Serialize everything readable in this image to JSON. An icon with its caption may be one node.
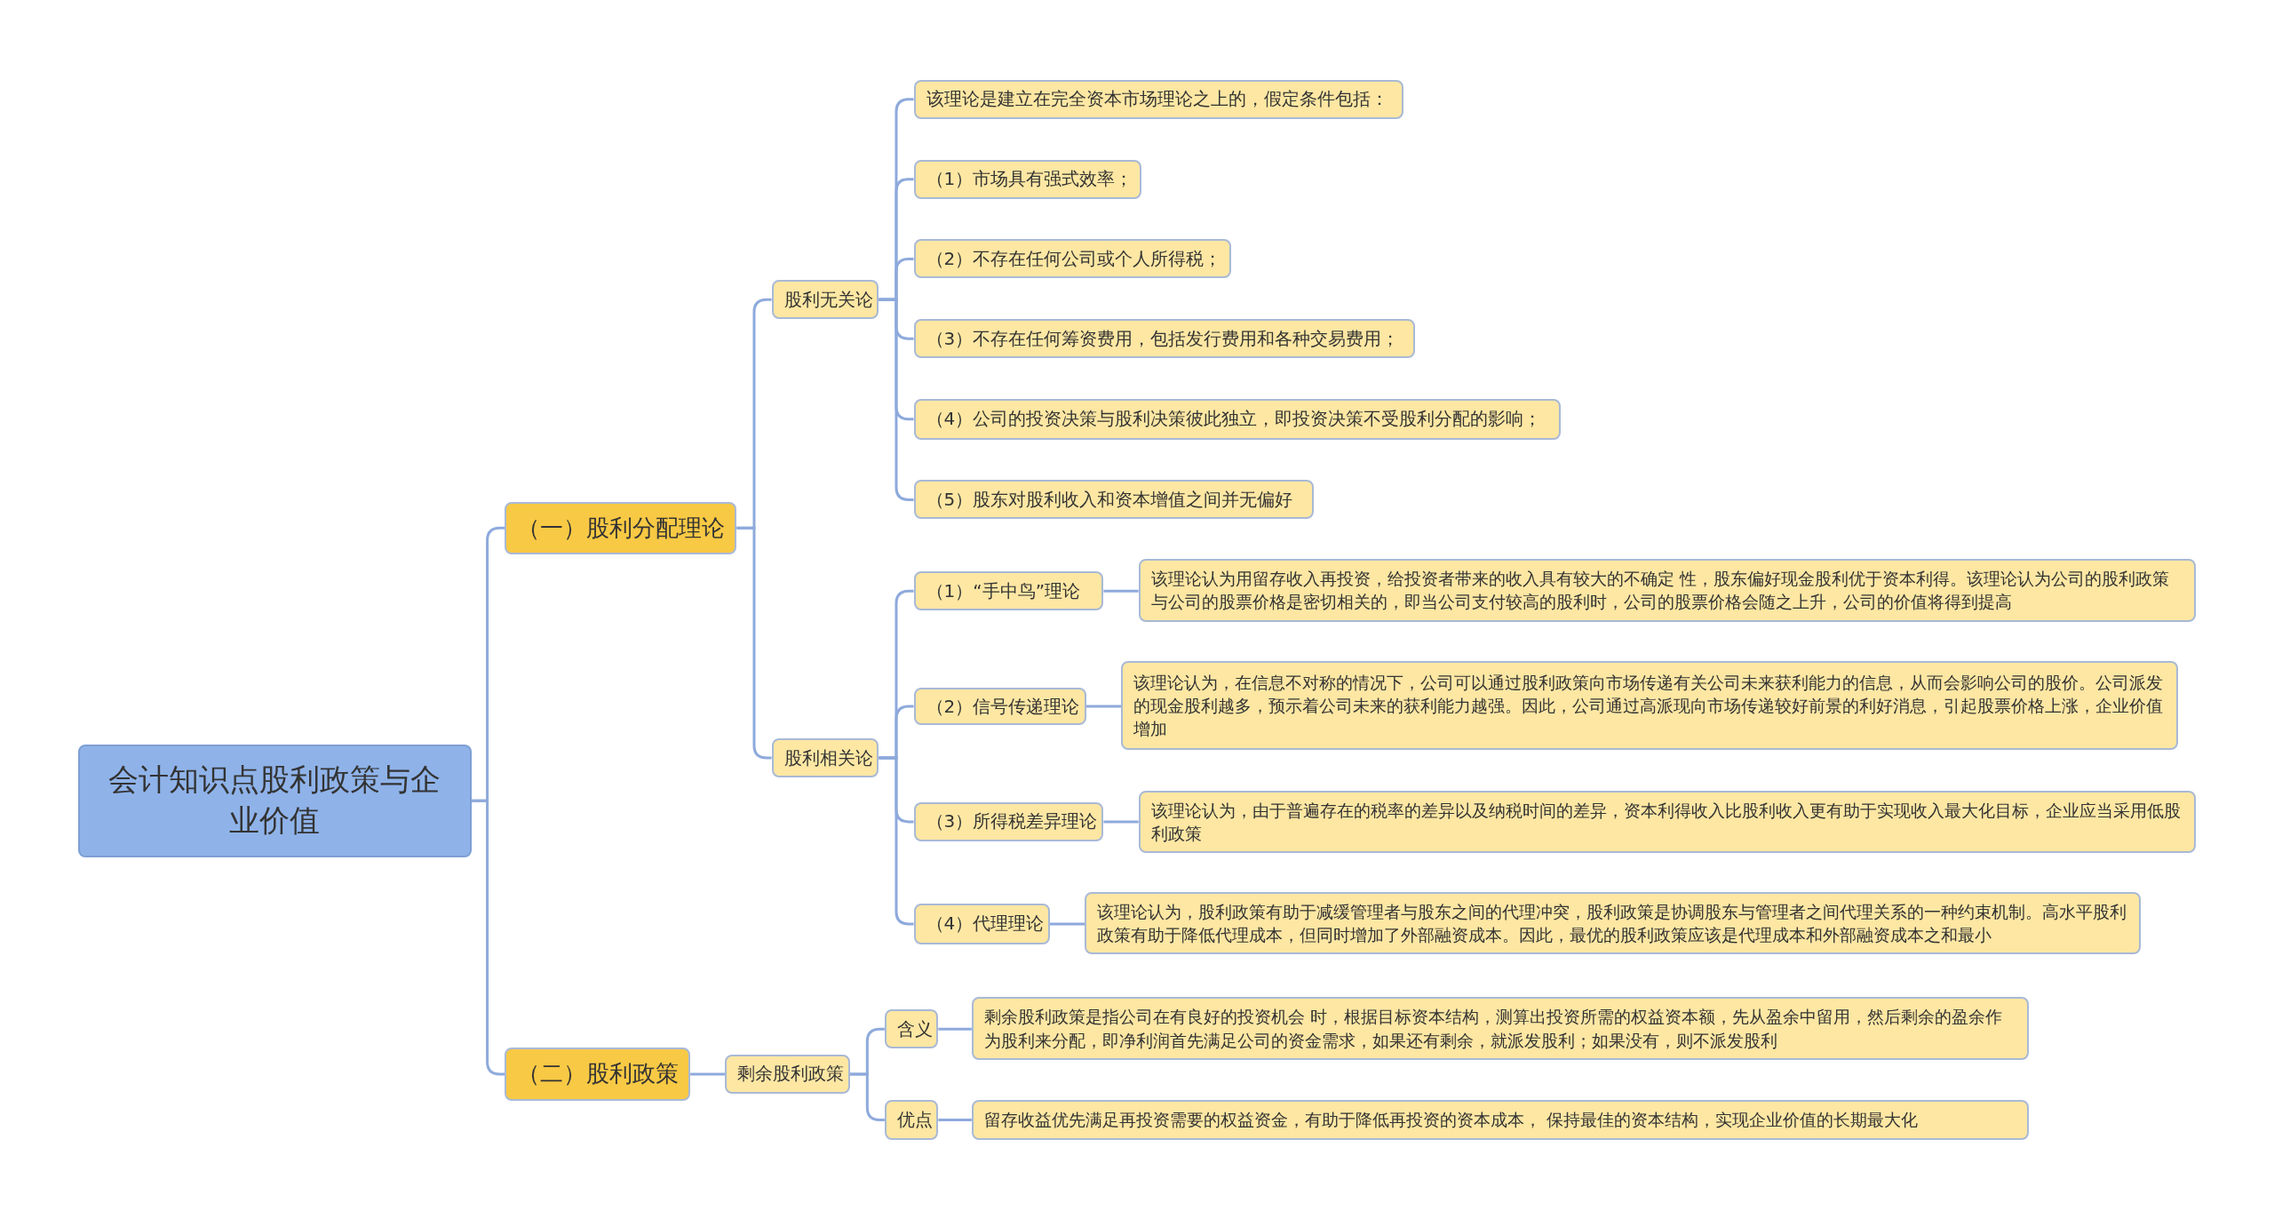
{
  "diagram": {
    "nodes": [
      {
        "text": [
          "会计知识点股利政策与企业价值"
        ]
      },
      {
        "text": [
          "（一）股利分配理论"
        ]
      },
      {
        "text": [
          "股利无关论"
        ]
      },
      {
        "text": [
          "该理论是建立在完全资本市场理论之上的，假定条件包括："
        ]
      },
      {
        "text": [
          "（1）市场具有强式效率；"
        ]
      },
      {
        "text": [
          "（2）不存在任何公司或个人所得税；"
        ]
      },
      {
        "text": [
          "（3）不存在任何筹资费用，包括发行费用和各种交易费用；"
        ]
      },
      {
        "text": [
          "（4）公司的投资决策与股利决策彼此独立，即投资决策不受股利分配的影响；"
        ]
      },
      {
        "text": [
          "（5）股东对股利收入和资本增值之间并无偏好"
        ]
      },
      {
        "text": [
          "股利相关论"
        ]
      },
      {
        "text": [
          "（1）“手中鸟”理论"
        ]
      },
      {
        "text": [
          "该理论认为用留存收入再投资，给投资者带来的收入具有较大的不确定 性，股东偏好现金股利优于资本利得。该理论认为公司的股利政策与公司的股票价格是密切相关的，即当公司支付较高的股利时，公司的股票价格会随之上升，公司的价值将得到提高"
        ]
      },
      {
        "text": [
          "（2）信号传递理论"
        ]
      },
      {
        "text": [
          "该理论认为，在信息不对称的情况下，公司可以通过股利政策向市场传递有关公司未来获利能力的信息，从而会影响公司的股价。公司派发的现金股利越多，预示着公司未来的获利能力越强。因此，公司通过高派现向市场传递较好前景的利好消息，引起股票价格上涨，企业价值增加"
        ]
      },
      {
        "text": [
          "（3）所得税差异理论"
        ]
      },
      {
        "text": [
          "该理论认为，由于普遍存在的税率的差异以及纳税时间的差异，资本利得收入比股利收入更有助于实现收入最大化目标，企业应当采用低股利政策"
        ]
      },
      {
        "text": [
          "（4）代理理论"
        ]
      },
      {
        "text": [
          "该理论认为，股利政策有助于减缓管理者与股东之间的代理冲突，股利政策是协调股东与管理者之间代理关系的一种约束机制。高水平股利政策有助于降低代理成本，但同时增加了外部融资成本。因此，最优的股利政策应该是代理成本和外部融资成本之和最小"
        ]
      },
      {
        "text": [
          "（二）股利政策"
        ]
      },
      {
        "text": [
          "剩余股利政策"
        ]
      },
      {
        "text": [
          "含义"
        ]
      },
      {
        "text": [
          "剩余股利政策是指公司在有良好的投资机会 时，根据目标资本结构，测算出投资所需的权益资本额，先从盈余中留用，然后剩余的盈余作为股利来分配，即净利润首先满足公司的资金需求，如果还有剩余，就派发股利；如果没有，则不派发股利"
        ]
      },
      {
        "text": [
          "优点"
        ]
      },
      {
        "text": [
          "留存收益优先满足再投资需要的权益资金，有助于降低再投资的资本成本， 保持最佳的资本结构，实现企业价值的长期最大化"
        ]
      }
    ],
    "edges": [
      {
        "from": 0,
        "to": 1,
        "arrow": "none"
      },
      {
        "from": 1,
        "to": 2,
        "arrow": "none"
      },
      {
        "from": 2,
        "to": 3,
        "arrow": "none"
      },
      {
        "from": 2,
        "to": 4,
        "arrow": "none"
      },
      {
        "from": 2,
        "to": 5,
        "arrow": "none"
      },
      {
        "from": 2,
        "to": 6,
        "arrow": "none"
      },
      {
        "from": 2,
        "to": 7,
        "arrow": "none"
      },
      {
        "from": 2,
        "to": 8,
        "arrow": "none"
      },
      {
        "from": 1,
        "to": 9,
        "arrow": "none"
      },
      {
        "from": 9,
        "to": 10,
        "arrow": "none"
      },
      {
        "from": 10,
        "to": 11,
        "arrow": "none"
      },
      {
        "from": 9,
        "to": 12,
        "arrow": "none"
      },
      {
        "from": 12,
        "to": 13,
        "arrow": "none"
      },
      {
        "from": 9,
        "to": 14,
        "arrow": "none"
      },
      {
        "from": 14,
        "to": 15,
        "arrow": "none"
      },
      {
        "from": 9,
        "to": 16,
        "arrow": "none"
      },
      {
        "from": 16,
        "to": 17,
        "arrow": "none"
      },
      {
        "from": 0,
        "to": 18,
        "arrow": "none"
      },
      {
        "from": 18,
        "to": 19,
        "arrow": "none"
      },
      {
        "from": 19,
        "to": 20,
        "arrow": "none"
      },
      {
        "from": 20,
        "to": 21,
        "arrow": "none"
      },
      {
        "from": 19,
        "to": 22,
        "arrow": "none"
      },
      {
        "from": 22,
        "to": 23,
        "arrow": "none"
      }
    ]
  }
}
